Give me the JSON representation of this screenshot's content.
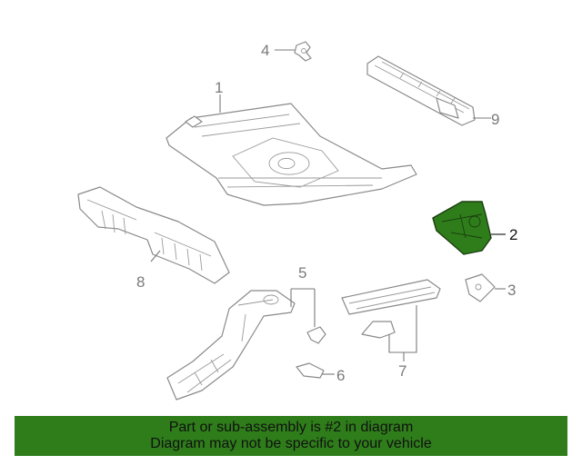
{
  "callouts": {
    "c1": "1",
    "c2": "2",
    "c3": "3",
    "c4": "4",
    "c5": "5",
    "c6": "6",
    "c7": "7",
    "c8": "8",
    "c9": "9"
  },
  "highlight_color": "#2e7d1a",
  "banner": {
    "line1": "Part or sub-assembly is #2 in diagram",
    "line2": "Diagram may not be specific to your vehicle"
  }
}
